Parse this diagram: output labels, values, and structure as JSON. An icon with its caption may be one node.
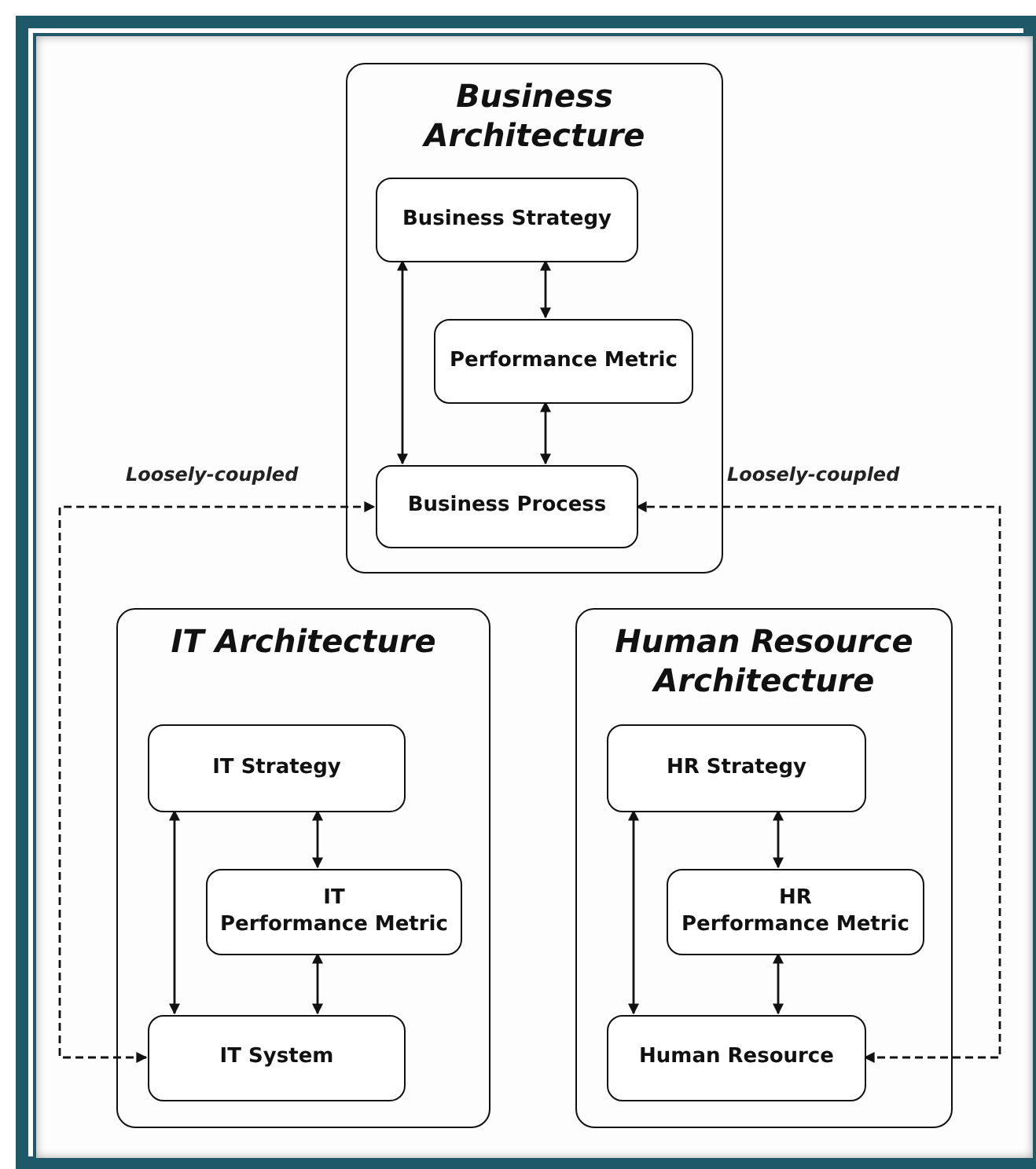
{
  "diagram": {
    "nodes": [
      {
        "text": [
          "Business Architecture"
        ]
      },
      {
        "text": [
          "Business Strategy"
        ],
        "in": 0
      },
      {
        "text": [
          "Performance Metric"
        ],
        "in": 0
      },
      {
        "text": [
          "Business Process"
        ],
        "in": 0
      },
      {
        "text": [
          "IT Architecture"
        ]
      },
      {
        "text": [
          "IT Strategy"
        ],
        "in": 4
      },
      {
        "text": [
          "IT Performance Metric"
        ],
        "in": 4
      },
      {
        "text": [
          "IT System"
        ],
        "in": 4
      },
      {
        "text": [
          "Human Resource Architecture"
        ]
      },
      {
        "text": [
          "HR Strategy"
        ],
        "in": 8
      },
      {
        "text": [
          "HR Performance Metric"
        ],
        "in": 8
      },
      {
        "text": [
          "Human Resource"
        ],
        "in": 8
      }
    ],
    "edges": [
      {
        "from": 1,
        "to": 3,
        "arrow": "both"
      },
      {
        "from": 1,
        "to": 2,
        "arrow": "both"
      },
      {
        "from": 2,
        "to": 3,
        "arrow": "both"
      },
      {
        "from": 5,
        "to": 7,
        "arrow": "both"
      },
      {
        "from": 5,
        "to": 6,
        "arrow": "both"
      },
      {
        "from": 6,
        "to": 7,
        "arrow": "both"
      },
      {
        "from": 9,
        "to": 11,
        "arrow": "both"
      },
      {
        "from": 9,
        "to": 10,
        "arrow": "both"
      },
      {
        "from": 10,
        "to": 11,
        "arrow": "both"
      },
      {
        "from": 7,
        "to": 3,
        "arrow": "both",
        "style": "dashed",
        "label": "Loosely-coupled"
      },
      {
        "from": 11,
        "to": 3,
        "arrow": "both",
        "style": "dashed",
        "label": "Loosely-coupled"
      }
    ]
  }
}
